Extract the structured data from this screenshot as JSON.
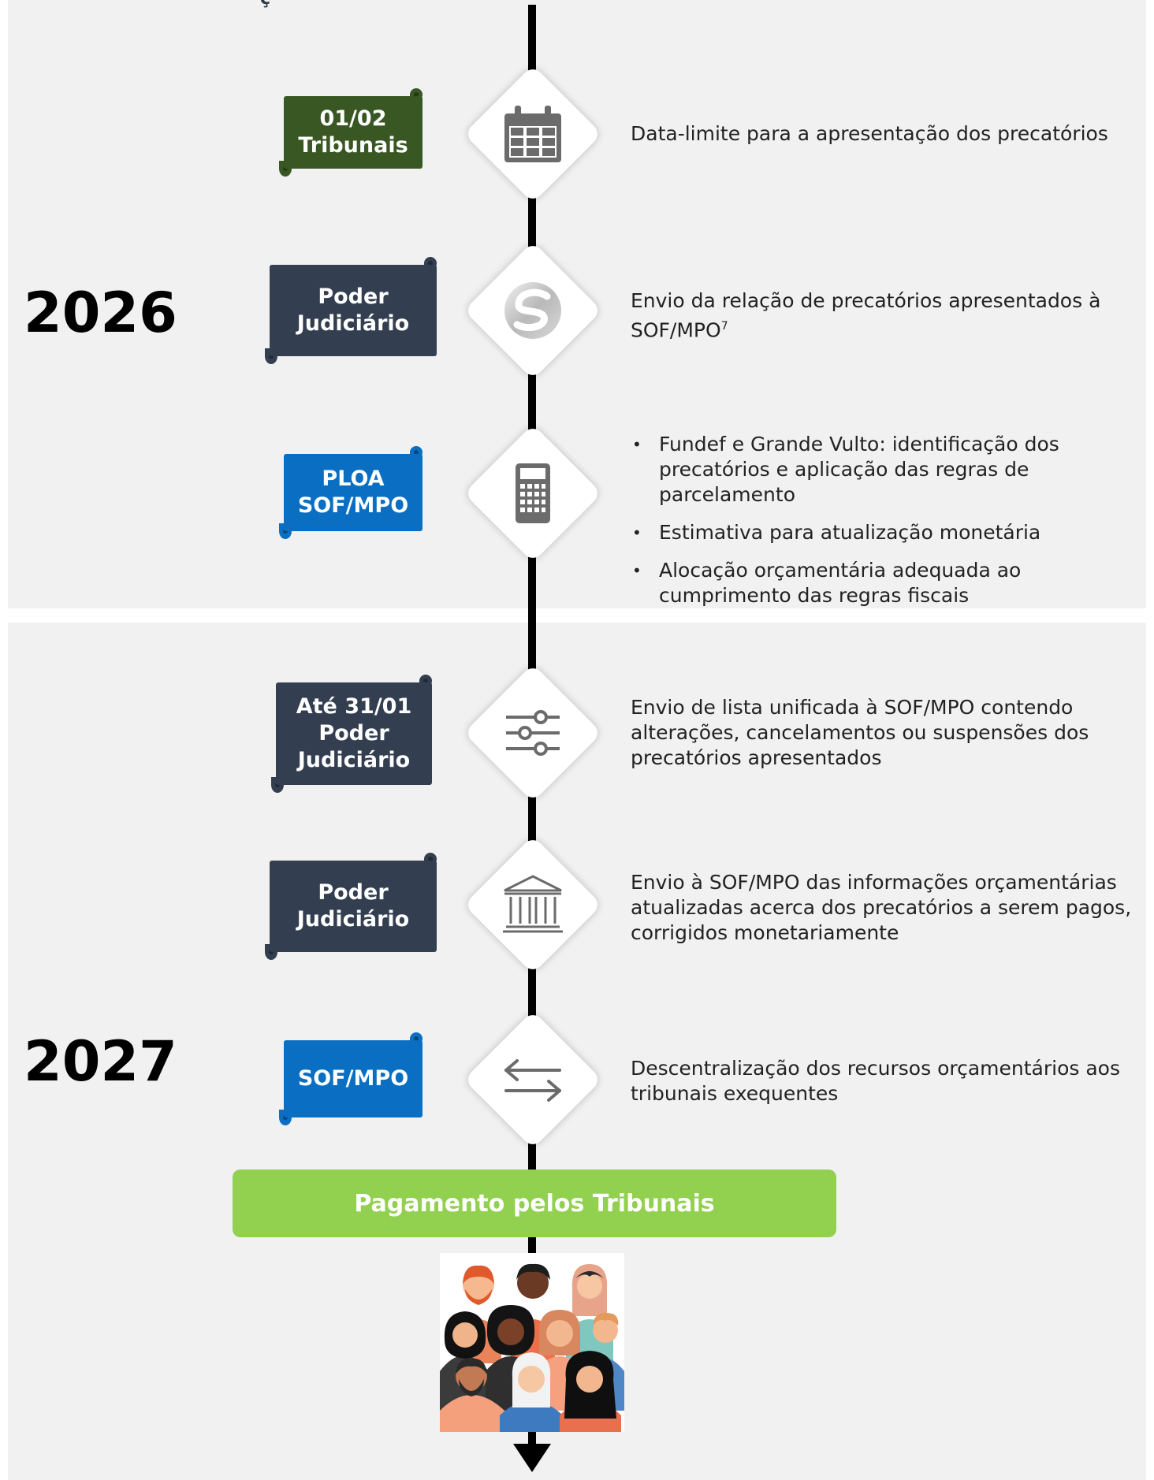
{
  "year_2026": "2026",
  "year_2027": "2027",
  "top_cut_text": "ç",
  "steps": [
    {
      "banner": [
        "01/02",
        "Tribunais"
      ],
      "icon": "calendar-icon",
      "description": "Data-limite para a apresentação dos precatórios"
    },
    {
      "banner": [
        "Poder",
        "Judiciário"
      ],
      "icon": "siop-logo-icon",
      "description": "Envio da relação de precatórios apresentados à SOF/MPO",
      "footnote": "7"
    },
    {
      "banner": [
        "PLOA",
        "SOF/MPO"
      ],
      "icon": "calculator-icon",
      "bullets": [
        "Fundef e Grande Vulto: identificação dos precatórios e aplicação das regras de parcelamento",
        "Estimativa para atualização monetária",
        "Alocação orçamentária adequada ao cumprimento das regras fiscais"
      ]
    },
    {
      "banner": [
        "Até 31/01",
        "Poder",
        "Judiciário"
      ],
      "icon": "sliders-icon",
      "description": "Envio de lista unificada à SOF/MPO contendo alterações, cancelamentos ou suspensões dos precatórios apresentados"
    },
    {
      "banner": [
        "Poder",
        "Judiciário"
      ],
      "icon": "bank-building-icon",
      "description": "Envio à SOF/MPO das informações orçamentárias atualizadas acerca dos precatórios a serem pagos, corrigidos monetariamente"
    },
    {
      "banner": [
        "SOF/MPO"
      ],
      "icon": "transfer-arrows-icon",
      "description": "Descentralização dos recursos orçamentários aos tribunais exequentes"
    }
  ],
  "payment_label": "Pagamento pelos Tribunais",
  "people_image": "group-of-people-illustration",
  "colors": {
    "green": "#385723",
    "navy": "#333f50",
    "blue": "#0a6fc2",
    "payment": "#92d050",
    "panel": "#f1f1f1"
  }
}
